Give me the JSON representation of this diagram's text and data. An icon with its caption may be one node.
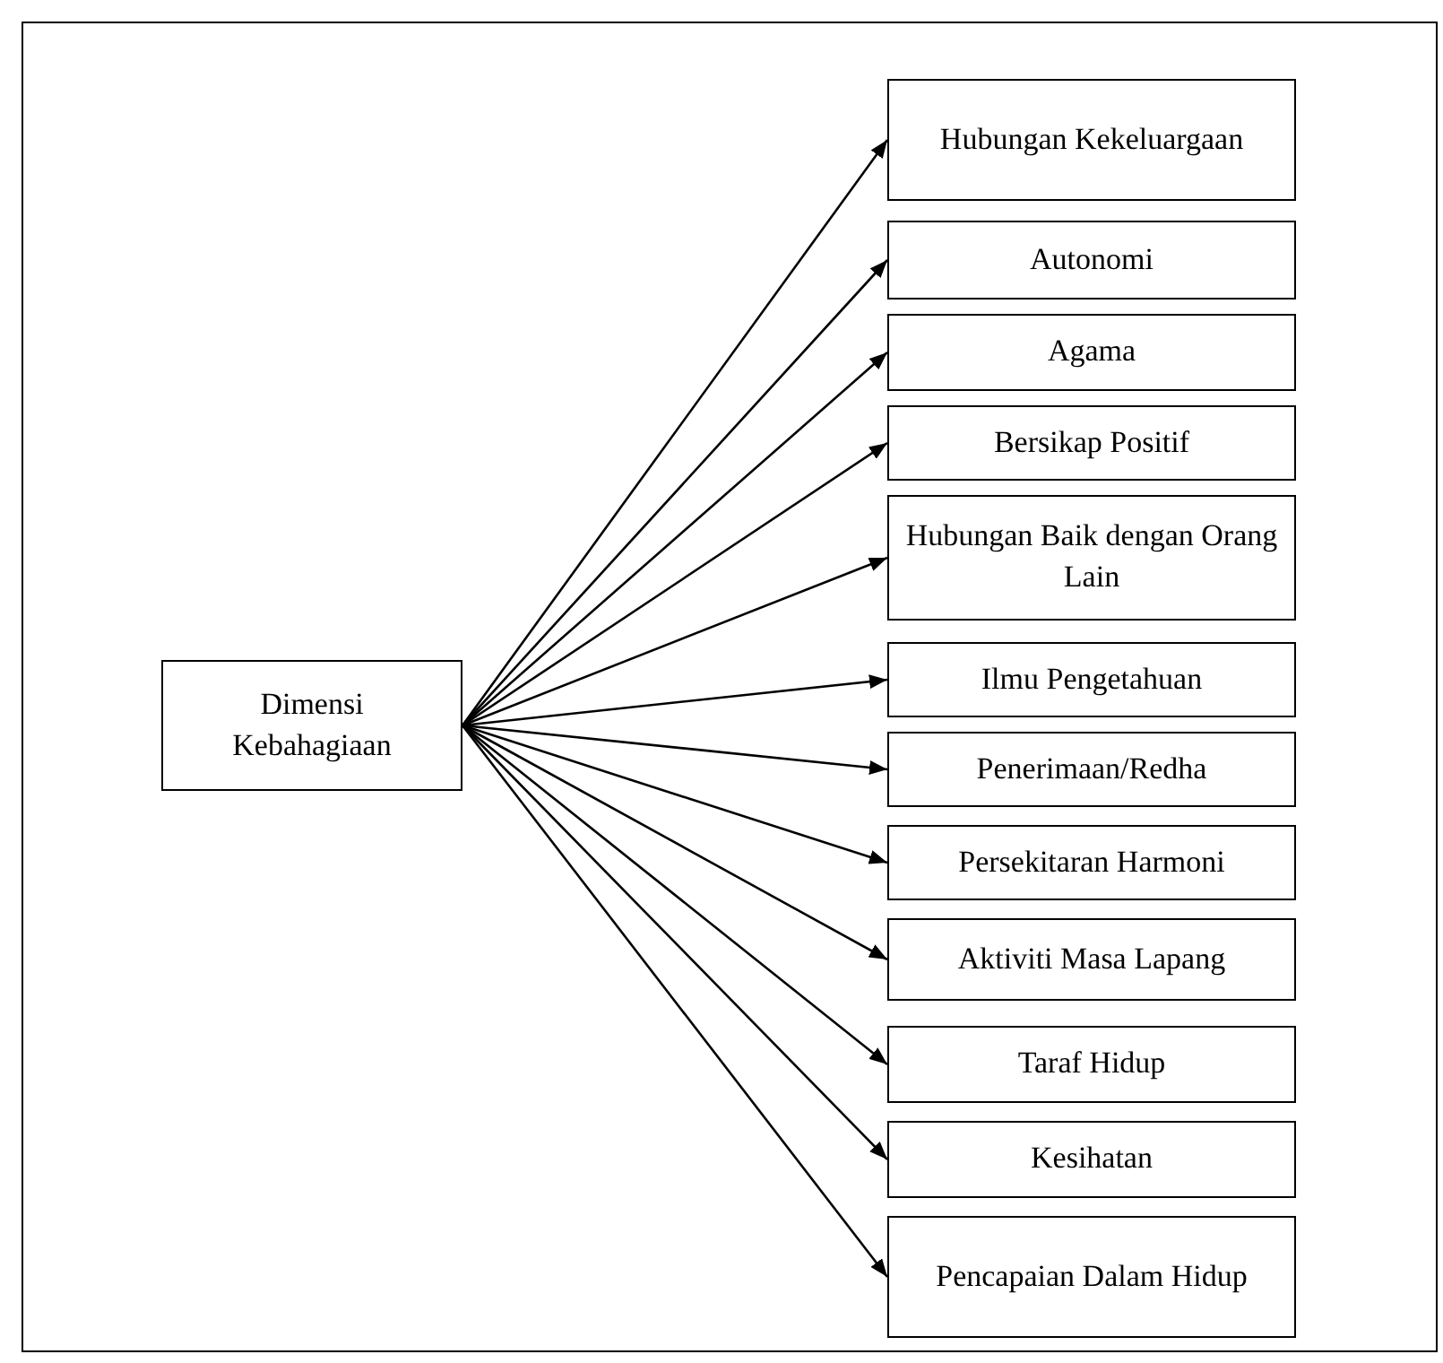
{
  "diagram": {
    "nodes": [
      {
        "text": [
          "Dimensi Kebahagiaan"
        ]
      },
      {
        "text": [
          "Hubungan Kekeluargaan"
        ]
      },
      {
        "text": [
          "Autonomi"
        ]
      },
      {
        "text": [
          "Agama"
        ]
      },
      {
        "text": [
          "Bersikap Positif"
        ]
      },
      {
        "text": [
          "Hubungan Baik dengan Orang Lain"
        ]
      },
      {
        "text": [
          "Ilmu Pengetahuan"
        ]
      },
      {
        "text": [
          "Penerimaan/Redha"
        ]
      },
      {
        "text": [
          "Persekitaran Harmoni"
        ]
      },
      {
        "text": [
          "Aktiviti Masa Lapang"
        ]
      },
      {
        "text": [
          "Taraf Hidup"
        ]
      },
      {
        "text": [
          "Kesihatan"
        ]
      },
      {
        "text": [
          "Pencapaian Dalam Hidup"
        ]
      }
    ],
    "edges": [
      {
        "from": 0,
        "to": 1,
        "arrow": "to"
      },
      {
        "from": 0,
        "to": 2,
        "arrow": "to"
      },
      {
        "from": 0,
        "to": 3,
        "arrow": "to"
      },
      {
        "from": 0,
        "to": 4,
        "arrow": "to"
      },
      {
        "from": 0,
        "to": 5,
        "arrow": "to"
      },
      {
        "from": 0,
        "to": 6,
        "arrow": "to"
      },
      {
        "from": 0,
        "to": 7,
        "arrow": "to"
      },
      {
        "from": 0,
        "to": 8,
        "arrow": "to"
      },
      {
        "from": 0,
        "to": 9,
        "arrow": "to"
      },
      {
        "from": 0,
        "to": 10,
        "arrow": "to"
      },
      {
        "from": 0,
        "to": 11,
        "arrow": "to"
      },
      {
        "from": 0,
        "to": 12,
        "arrow": "to"
      }
    ]
  }
}
